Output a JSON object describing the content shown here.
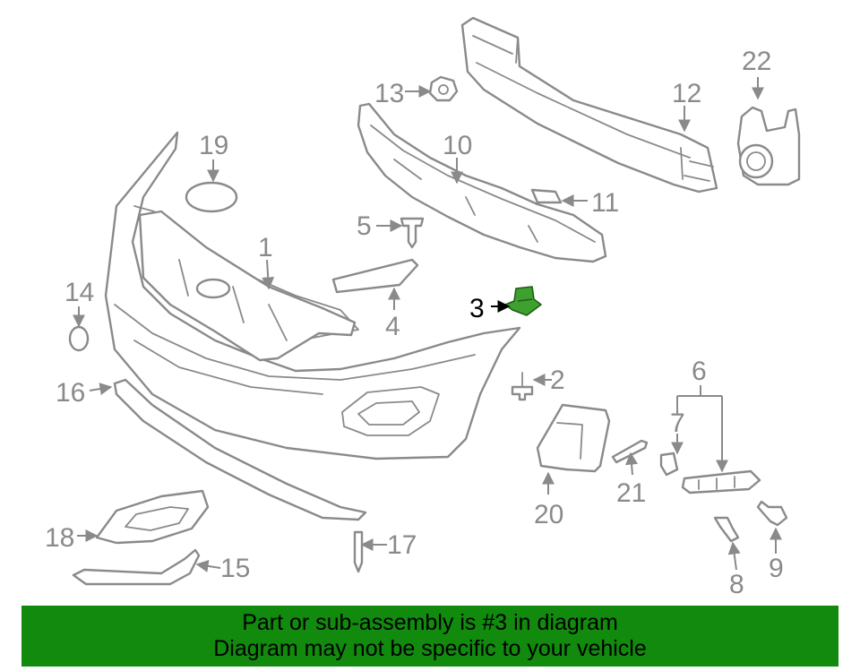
{
  "diagram": {
    "highlight": {
      "part": "3",
      "color": "#3ea12f"
    },
    "callouts": [
      "1",
      "2",
      "3",
      "4",
      "5",
      "6",
      "7",
      "8",
      "9",
      "10",
      "11",
      "12",
      "13",
      "14",
      "15",
      "16",
      "17",
      "18",
      "19",
      "20",
      "21",
      "22"
    ]
  },
  "banner": {
    "line1": "Part or sub-assembly is #3 in diagram",
    "line2": "Diagram may not be specific to your vehicle",
    "color": "#118a0e"
  }
}
